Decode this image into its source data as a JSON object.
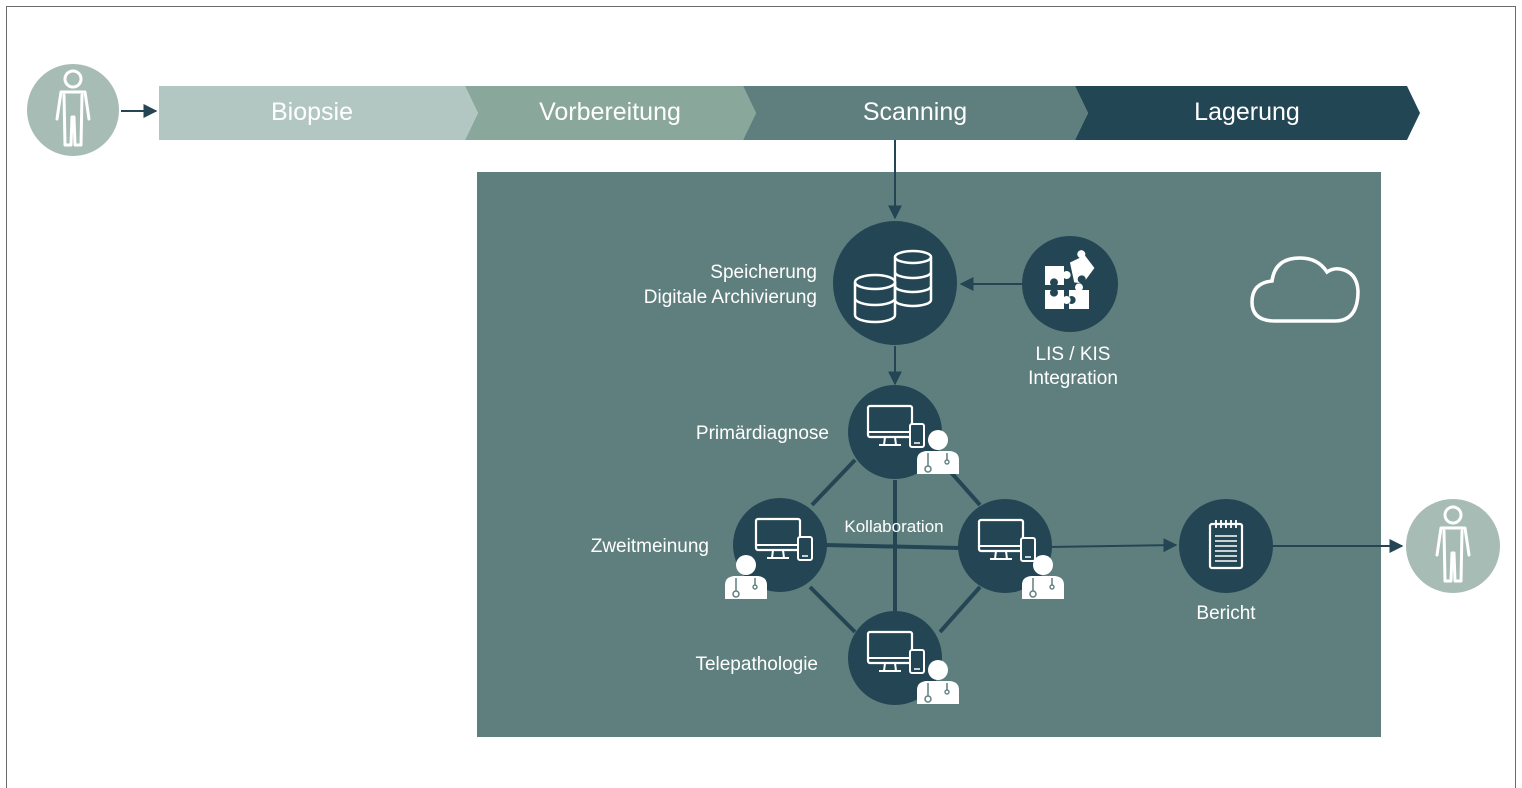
{
  "process_steps": [
    {
      "label": "Biopsie",
      "color": "#b3c7c2"
    },
    {
      "label": "Vorbereitung",
      "color": "#8aa79b"
    },
    {
      "label": "Scanning",
      "color": "#5f7f7f"
    },
    {
      "label": "Lagerung",
      "color": "#234655"
    }
  ],
  "cloud_panel": {
    "color": "#5f7f7f"
  },
  "nodes": {
    "storage": {
      "line1": "Speicherung",
      "line2": "Digitale Archivierung",
      "icon": "database-icon"
    },
    "lis": {
      "line1": "LIS / KIS",
      "line2": "Integration",
      "icon": "puzzle-icon"
    },
    "primary": {
      "label": "Primärdiagnose",
      "icon": "pathologist-workstation-icon"
    },
    "second": {
      "label": "Zweitmeinung",
      "icon": "pathologist-workstation-icon"
    },
    "collab": {
      "label": "Kollaboration",
      "icon": "pathologist-workstation-icon"
    },
    "tele": {
      "label": "Telepathologie",
      "icon": "pathologist-workstation-icon"
    },
    "report": {
      "label": "Bericht",
      "icon": "report-icon"
    }
  },
  "colors": {
    "node": "#244654",
    "patient": "#a8bcb6",
    "arrow": "#244654"
  }
}
